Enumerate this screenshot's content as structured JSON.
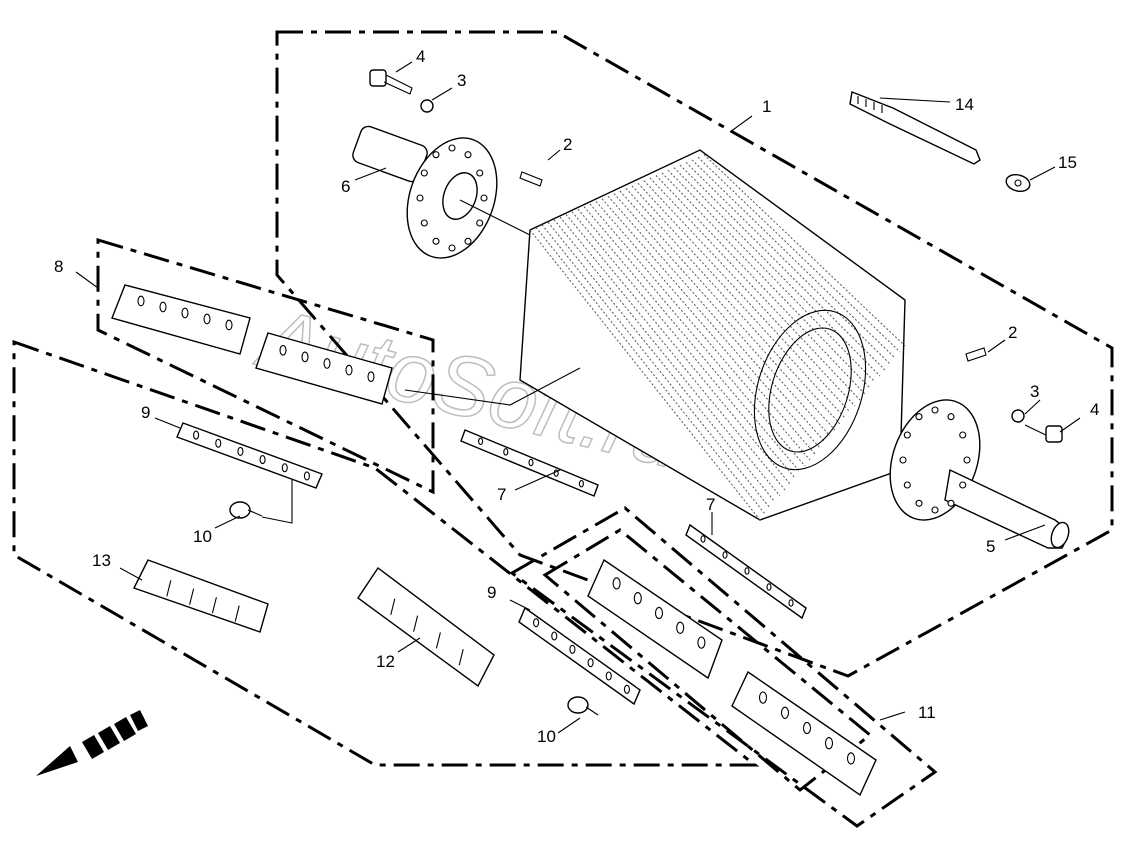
{
  "callouts": {
    "c1": "1",
    "c2a": "2",
    "c2b": "2",
    "c3a": "3",
    "c3b": "3",
    "c4a": "4",
    "c4b": "4",
    "c5": "5",
    "c6": "6",
    "c7a": "7",
    "c7b": "7",
    "c8": "8",
    "c9a": "9",
    "c9b": "9",
    "c10a": "10",
    "c10b": "10",
    "c11": "11",
    "c12": "12",
    "c13": "13",
    "c14": "14",
    "c15": "15"
  },
  "watermark": {
    "text": "AutoSoft.ru"
  },
  "icons": {
    "direction_arrow": "direction-arrow-icon"
  }
}
